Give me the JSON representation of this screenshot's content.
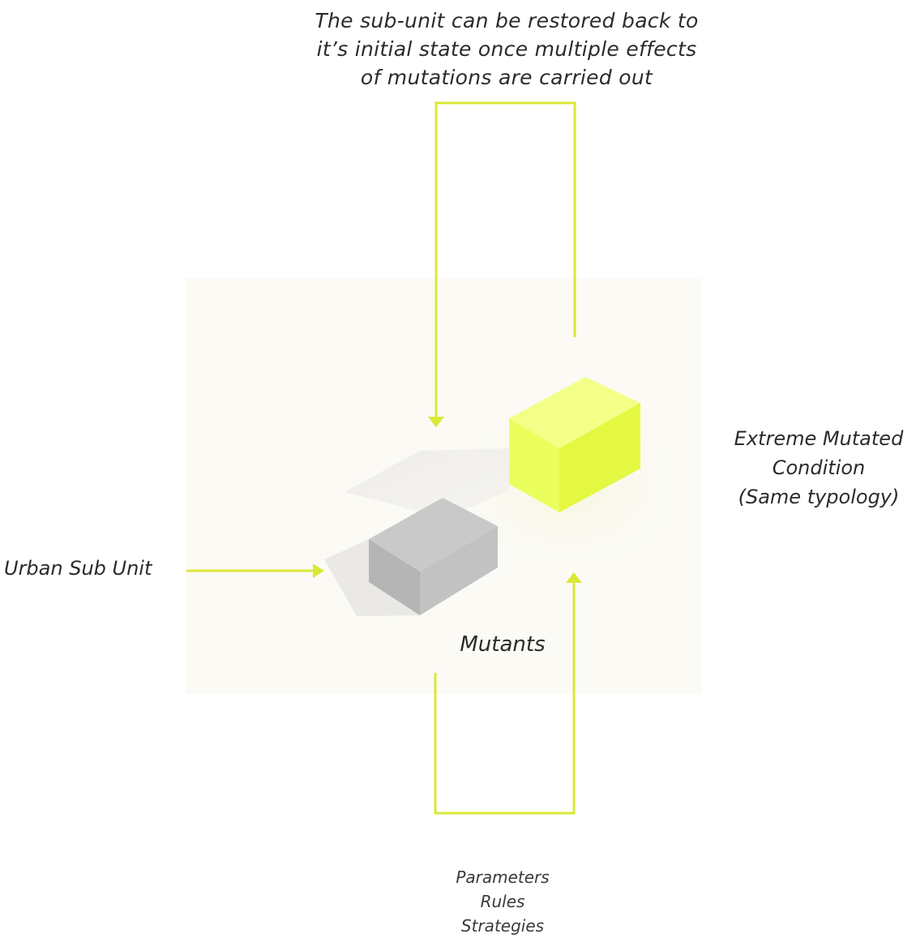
{
  "diagram": {
    "annotation_top": [
      "The sub-unit can be restored back to",
      "it’s initial state once multiple effects",
      "of mutations are carried out"
    ],
    "label_mutated": [
      "Extreme Mutated",
      "Condition",
      "(Same typology)"
    ],
    "label_sub_unit": "Urban Sub Unit",
    "label_mutants": "Mutants",
    "mutant_factors": [
      "Parameters",
      "Rules",
      "Strategies"
    ]
  },
  "colors": {
    "accent_yellow": "#dbe836",
    "block_yellow_top": "#f3ff8a",
    "block_yellow_left": "#eaff5a",
    "block_yellow_right": "#e4f83f",
    "block_grey_top": "#c9c9c9",
    "block_grey_left": "#b3b3b3",
    "block_grey_right": "#c0c0c0",
    "ground": "#fbfaf5",
    "shadow": "#e6e5e1"
  }
}
